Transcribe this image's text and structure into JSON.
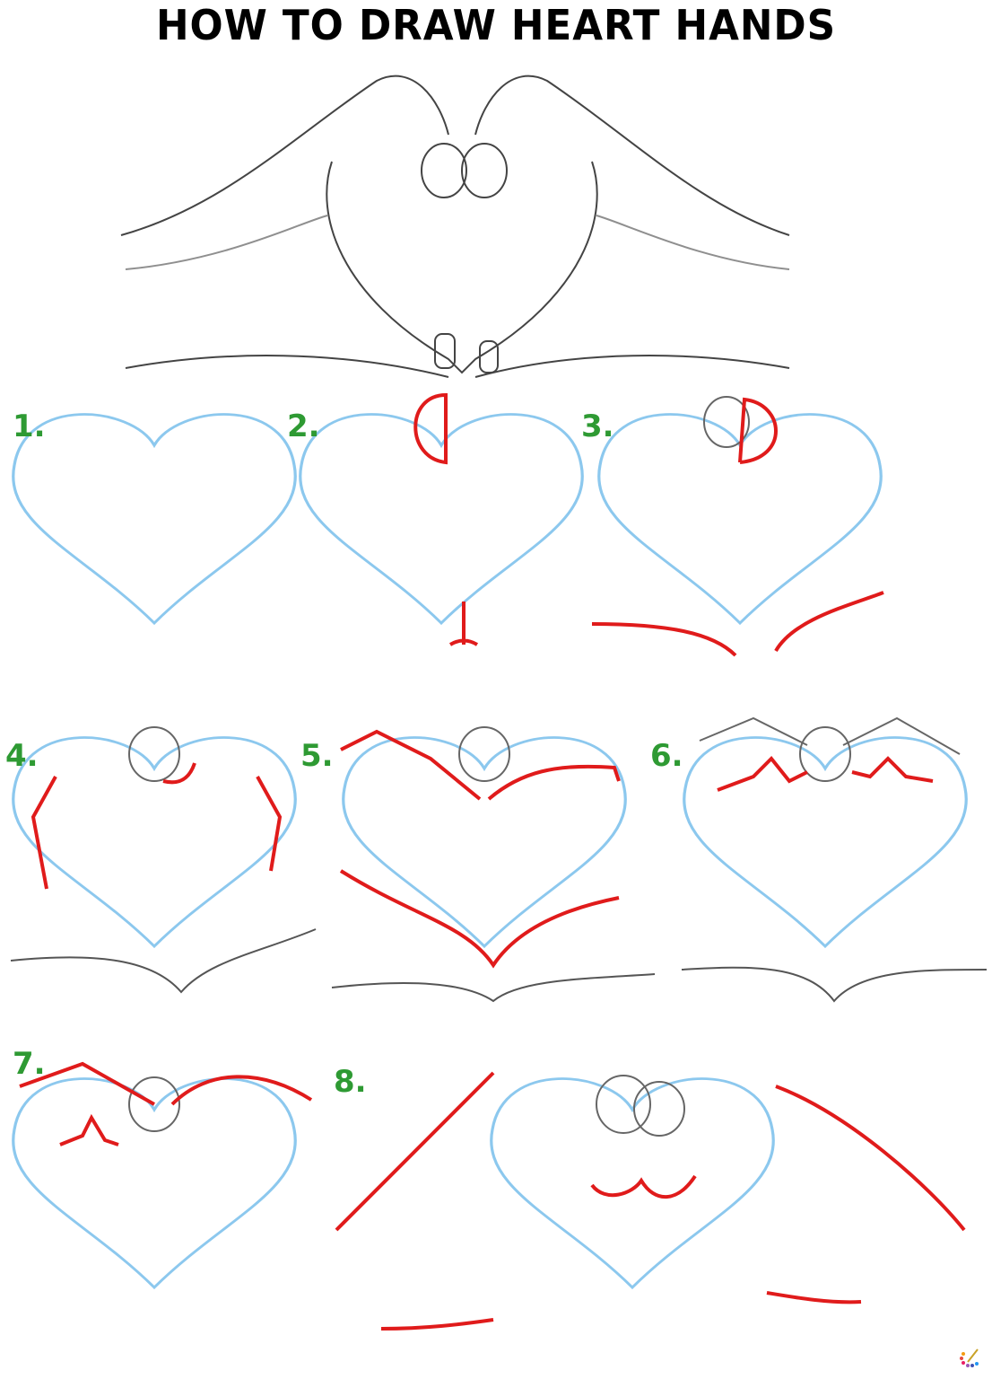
{
  "title": "HOW TO DRAW HEART HANDS",
  "colors": {
    "guide_blue": "#8cc8ee",
    "new_line_red": "#e01b1b",
    "pencil_gray": "#555555",
    "step_green": "#2e9a33"
  },
  "hero": {
    "description": "Finished pencil drawing of two hands forming a heart shape"
  },
  "steps": [
    {
      "label": "1.",
      "description": "Blue heart outline"
    },
    {
      "label": "2.",
      "description": "Add fingertip half-circle and thumb tip"
    },
    {
      "label": "3.",
      "description": "Add second fingertip and lower hand lines"
    },
    {
      "label": "4.",
      "description": "Add finger sides"
    },
    {
      "label": "5.",
      "description": "Add top of hands and inner bottom curve"
    },
    {
      "label": "6.",
      "description": "Add knuckle lines"
    },
    {
      "label": "7.",
      "description": "Add top finger curves"
    },
    {
      "label": "8.",
      "description": "Add outer hand lines and fingernails"
    }
  ],
  "logo": {
    "icon": "palette-icon"
  }
}
